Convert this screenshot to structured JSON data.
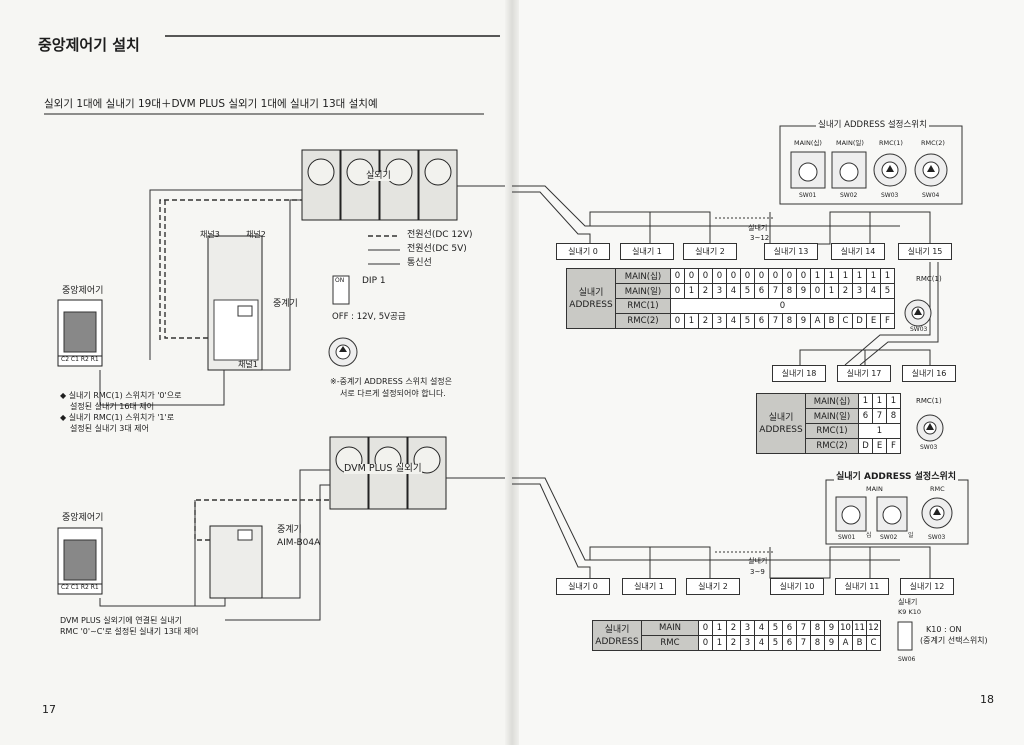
{
  "left_page": {
    "section_title": "중앙제어기 설치",
    "subtitle": "실외기 1대에 실내기 19대＋DVM PLUS 실외기 1대에 실내기 13대 설치예",
    "outdoor_label": "실외기",
    "channel3": "채널3",
    "channel2": "채널2",
    "channel1": "채널1",
    "legend": [
      "전원선(DC 12V)",
      "전원선(DC 5V)",
      "통신선"
    ],
    "dip_label": "DIP 1",
    "dip_on": "ON",
    "dip_off_note": "OFF : 12V, 5V공급",
    "relay_label": "중계기",
    "relay_note": [
      "※-중계기 ADDRESS 스위치 설정은",
      "서로 다르게 설정되어야 합니다."
    ],
    "central_controller_1": "중앙제어기",
    "controller_terminals": "C2 C1 R2 R1",
    "notes_1": [
      "◆ 실내기 RMC(1) 스위치가 '0'으로",
      "설정된 실내기 16대 제어",
      "◆ 실내기 RMC(1) 스위치가 '1'로",
      "설정된 실내기 3대 제어"
    ],
    "dvm_label": "DVM PLUS 실외기",
    "relay2_label": "중계기",
    "relay2_model": "AIM-B04A",
    "central_controller_2": "중앙제어기",
    "notes_2": [
      "DVM PLUS 실외기에 연결된 실내기",
      "RMC '0'~C'로 설정된 실내기 13대 제어"
    ],
    "page_number": "17"
  },
  "right_page": {
    "switch_box_title": "실내기 ADDRESS 설정스위치",
    "switch_labels": [
      "MAIN(십)",
      "MAIN(일)",
      "RMC(1)",
      "RMC(2)"
    ],
    "switch_codes": [
      "SW01",
      "SW02",
      "SW03",
      "SW04"
    ],
    "indoor_row1": [
      "실내기 0",
      "실내기 1",
      "실내기 2",
      "실내기 13",
      "실내기 14",
      "실내기 15"
    ],
    "range1": [
      "실내기",
      "3~12"
    ],
    "table1": {
      "group_label": [
        "실내기",
        "ADDRESS"
      ],
      "rows": [
        {
          "label": "MAIN(십)",
          "cells": [
            "0",
            "0",
            "0",
            "0",
            "0",
            "0",
            "0",
            "0",
            "0",
            "0",
            "1",
            "1",
            "1",
            "1",
            "1",
            "1"
          ]
        },
        {
          "label": "MAIN(일)",
          "cells": [
            "0",
            "1",
            "2",
            "3",
            "4",
            "5",
            "6",
            "7",
            "8",
            "9",
            "0",
            "1",
            "2",
            "3",
            "4",
            "5"
          ]
        },
        {
          "label": "RMC(1)",
          "merged": "0"
        },
        {
          "label": "RMC(2)",
          "cells": [
            "0",
            "1",
            "2",
            "3",
            "4",
            "5",
            "6",
            "7",
            "8",
            "9",
            "A",
            "B",
            "C",
            "D",
            "E",
            "F"
          ]
        }
      ]
    },
    "rmc1_label": "RMC(1)",
    "sw03": "SW03",
    "indoor_row2": [
      "실내기 18",
      "실내기 17",
      "실내기 16"
    ],
    "table2": {
      "group_label": [
        "실내기",
        "ADDRESS"
      ],
      "rows": [
        {
          "label": "MAIN(십)",
          "cells": [
            "1",
            "1",
            "1"
          ]
        },
        {
          "label": "MAIN(일)",
          "cells": [
            "6",
            "7",
            "8"
          ]
        },
        {
          "label": "RMC(1)",
          "merged": "1"
        },
        {
          "label": "RMC(2)",
          "cells": [
            "D",
            "E",
            "F"
          ]
        }
      ]
    },
    "rmc1_label_2": "RMC(1)",
    "sw03_2": "SW03",
    "switch_box2_title": "실내기 ADDRESS 설정스위치",
    "switch2_main": "MAIN",
    "switch2_rmc": "RMC",
    "switch2_marks": [
      "일",
      "십"
    ],
    "switch2_codes": [
      "SW01",
      "SW02",
      "SW03"
    ],
    "indoor_row3": [
      "실내기 0",
      "실내기 1",
      "실내기 2",
      "실내기 10",
      "실내기 11",
      "실내기 12"
    ],
    "range2": [
      "실내기",
      "3~9"
    ],
    "table3": {
      "group_label": [
        "실내기",
        "ADDRESS"
      ],
      "rows": [
        {
          "label": "MAIN",
          "cells": [
            "0",
            "1",
            "2",
            "3",
            "4",
            "5",
            "6",
            "7",
            "8",
            "9",
            "10",
            "11",
            "12"
          ]
        },
        {
          "label": "RMC",
          "cells": [
            "0",
            "1",
            "2",
            "3",
            "4",
            "5",
            "6",
            "7",
            "8",
            "9",
            "A",
            "B",
            "C"
          ]
        }
      ]
    },
    "k_header": [
      "실내기",
      "K9  K10"
    ],
    "k10_note": [
      "K10 : ON",
      "(중계기 선택스위치)"
    ],
    "sw06": "SW06",
    "page_number": "18"
  },
  "colors": {
    "paper": "#f6f6f3",
    "line": "#222222",
    "header_gray": "#c9c9c5"
  }
}
